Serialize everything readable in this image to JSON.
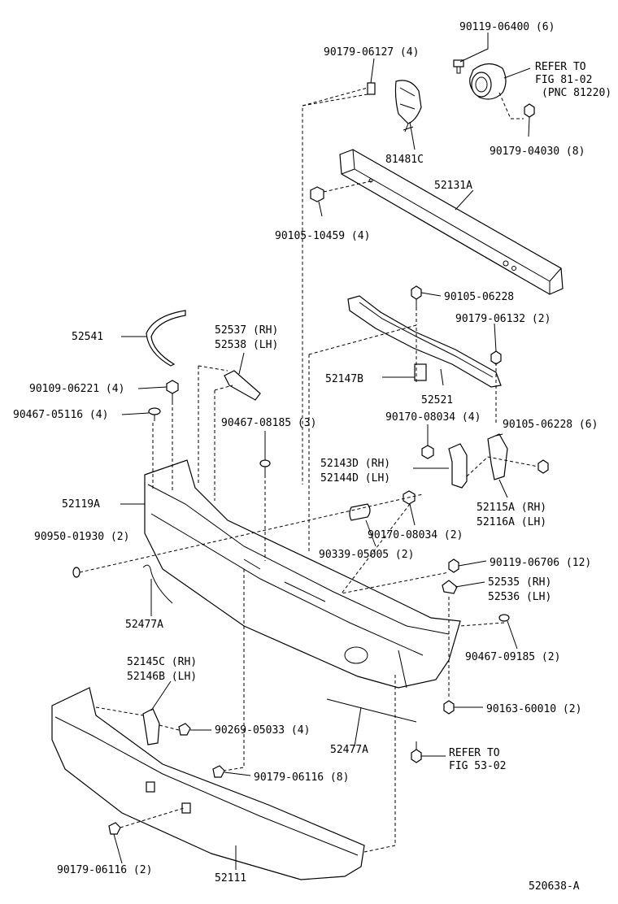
{
  "diagram_id": "520638-A",
  "labels": {
    "p90119_06400": "90119-06400 (6)",
    "p90179_06127": "90179-06127 (4)",
    "refer1_a": "REFER TO",
    "refer1_b": "FIG 81-02",
    "refer1_c": "(PNC 81220)",
    "p81481C": "81481C",
    "p90179_04030": "90179-04030 (8)",
    "p52131A": "52131A",
    "p90105_10459": "90105-10459 (4)",
    "p90105_06228a": "90105-06228",
    "p90179_06132": "90179-06132 (2)",
    "p52541": "52541",
    "p52537": "52537 (RH)",
    "p52538": "52538 (LH)",
    "p52147B": "52147B",
    "p52521": "52521",
    "p90109_06221": "90109-06221 (4)",
    "p90467_05116": "90467-05116 (4)",
    "p90170_08034a": "90170-08034 (4)",
    "p90105_06228b": "90105-06228 (6)",
    "p90467_08185": "90467-08185 (3)",
    "p52143D": "52143D (RH)",
    "p52144D": "52144D (LH)",
    "p52119A": "52119A",
    "p52115A": "52115A (RH)",
    "p52116A": "52116A (LH)",
    "p90950_01930": "90950-01930 (2)",
    "p90170_08034b": "90170-08034 (2)",
    "p90339_05005": "90339-05005 (2)",
    "p90119_06706": "90119-06706 (12)",
    "p52535": "52535 (RH)",
    "p52536": "52536 (LH)",
    "p52477A_a": "52477A",
    "p90467_09185": "90467-09185 (2)",
    "p52145C": "52145C (RH)",
    "p52146B": "52146B (LH)",
    "p90163_60010": "90163-60010 (2)",
    "p90269_05033": "90269-05033 (4)",
    "p52477A_b": "52477A",
    "refer2_a": "REFER TO",
    "refer2_b": "FIG 53-02",
    "p90179_06116a": "90179-06116 (8)",
    "p90179_06116b": "90179-06116 (2)",
    "p52111": "52111"
  }
}
